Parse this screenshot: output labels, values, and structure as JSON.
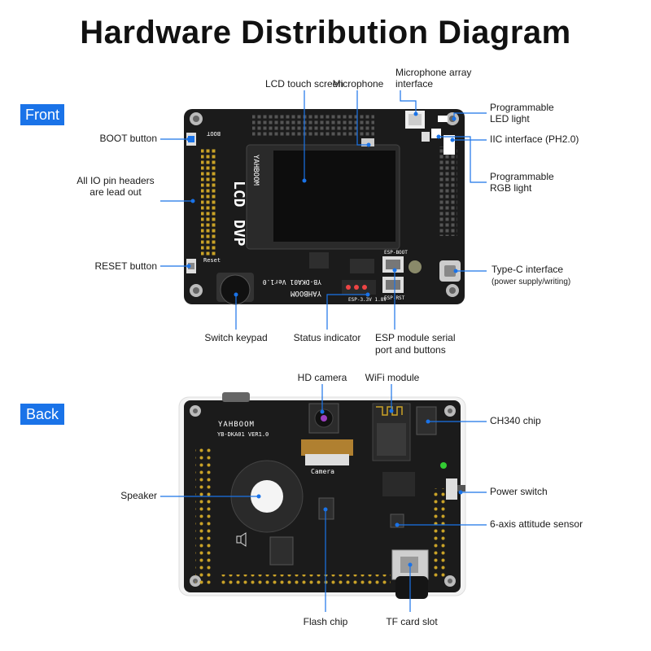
{
  "title": "Hardware Distribution Diagram",
  "front": {
    "badge": "Front",
    "labels": {
      "lcd": "LCD touch screen",
      "microphone": "Microphone",
      "mic_array_1": "Microphone array",
      "mic_array_2": "interface",
      "prog_led_1": "Programmable",
      "prog_led_2": "LED light",
      "iic": "IIC interface (PH2.0)",
      "rgb_1": "Programmable",
      "rgb_2": "RGB light",
      "typec": "Type-C interface",
      "typec_sub": "(power supply/writing)",
      "boot": "BOOT button",
      "io_1": "All IO pin headers",
      "io_2": "are lead out",
      "reset": "RESET button",
      "keypad": "Switch keypad",
      "status": "Status indicator",
      "esp_1": "ESP module serial",
      "esp_2": "port and buttons"
    },
    "board_text": {
      "lcd": "LCD",
      "dvp": "DVP",
      "boot": "BOOT",
      "reset": "Reset",
      "brand": "YAHBOOM",
      "model": "YB-DKA01 Ver1.0",
      "esp_boot": "ESP-BOOT",
      "esp_rst": "ESP-RST",
      "esp_3v3": "ESP-3.3V 1.8V"
    }
  },
  "back": {
    "badge": "Back",
    "labels": {
      "camera": "HD camera",
      "wifi": "WiFi module",
      "ch340": "CH340 chip",
      "speaker": "Speaker",
      "power": "Power switch",
      "sensor": "6-axis attitude sensor",
      "flash": "Flash chip",
      "tf": "TF card slot"
    },
    "board_text": {
      "brand": "YAHBOOM",
      "model": "YB-DKA01  VER1.0",
      "camera": "Camera"
    }
  },
  "colors": {
    "accent": "#1a73e8",
    "board": "#1b1b1b",
    "leader": "#1a73e8"
  }
}
